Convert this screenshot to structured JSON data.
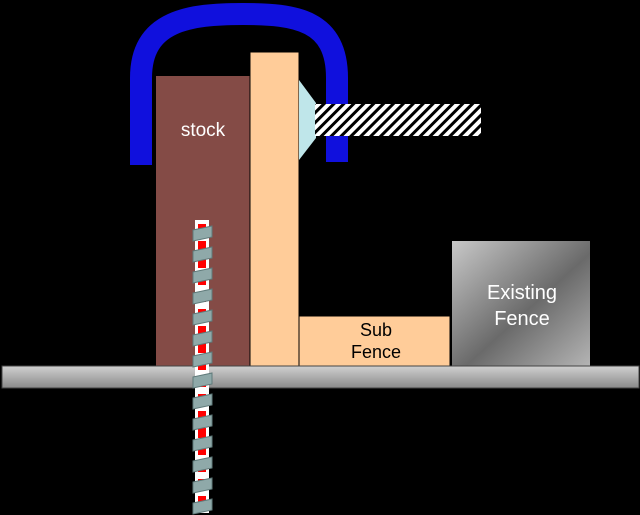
{
  "labels": {
    "stock": "stock",
    "sub_fence_line1": "Sub",
    "sub_fence_line2": "Fence",
    "existing_fence_line1": "Existing",
    "existing_fence_line2": "Fence"
  },
  "colors": {
    "background": "#000000",
    "stock": "#844b46",
    "sub_fence": "#ffcc99",
    "clamp": "#1010dd",
    "clamp_pad": "#bfe6ea",
    "table": "#a8a8a8",
    "blade_core": "#ff0000",
    "blade_edge": "#ffffff",
    "blade_teeth": "#8fa9a9"
  },
  "icons": {
    "clamp": "c-clamp-icon",
    "screw": "hatched-screw-icon",
    "blade": "saw-blade-icon"
  }
}
